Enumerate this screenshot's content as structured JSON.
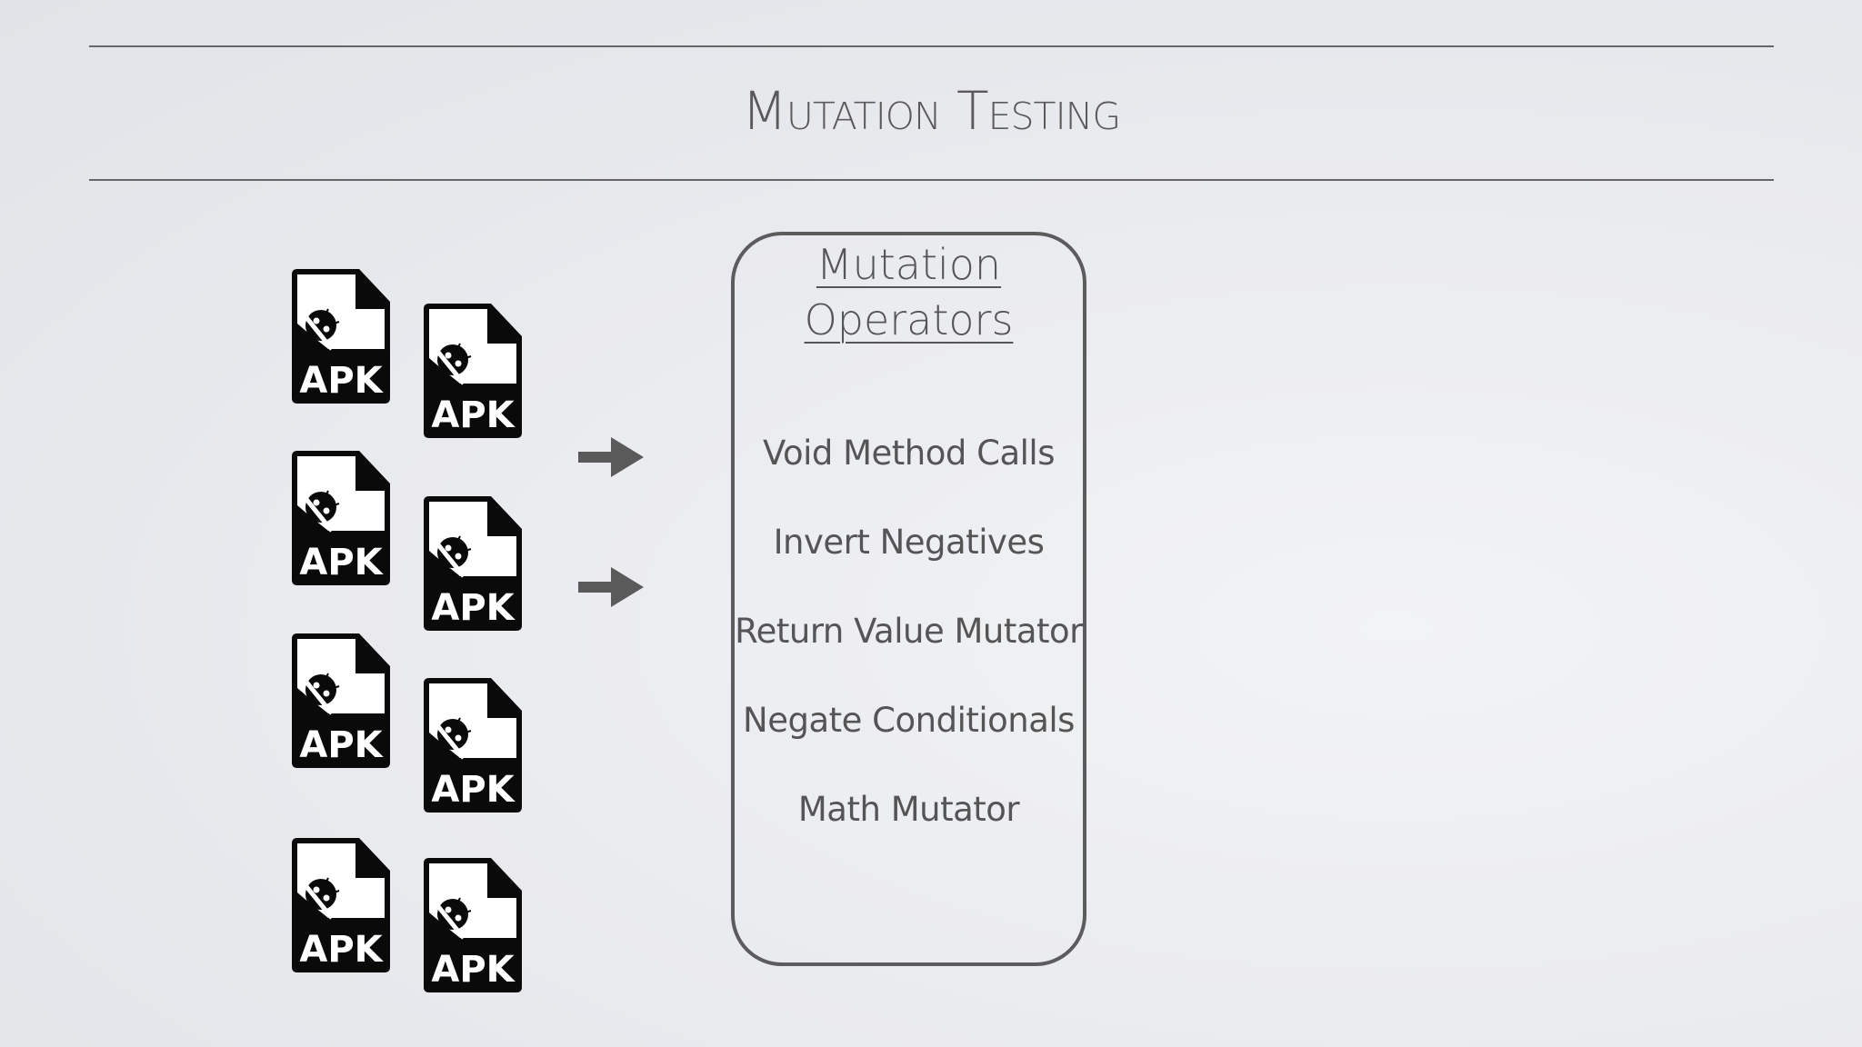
{
  "slide": {
    "title": "Mutation Testing",
    "apk_label": "APK",
    "apk_icon": "android-apk-file-icon",
    "apk_count": 8,
    "arrow_icon": "right-arrow-icon",
    "box": {
      "heading_line1": "Mutation",
      "heading_line2": "Operators",
      "operators": [
        "Void Method Calls",
        "Invert Negatives",
        "Return Value Mutator",
        "Negate Conditionals",
        "Math Mutator"
      ]
    }
  }
}
